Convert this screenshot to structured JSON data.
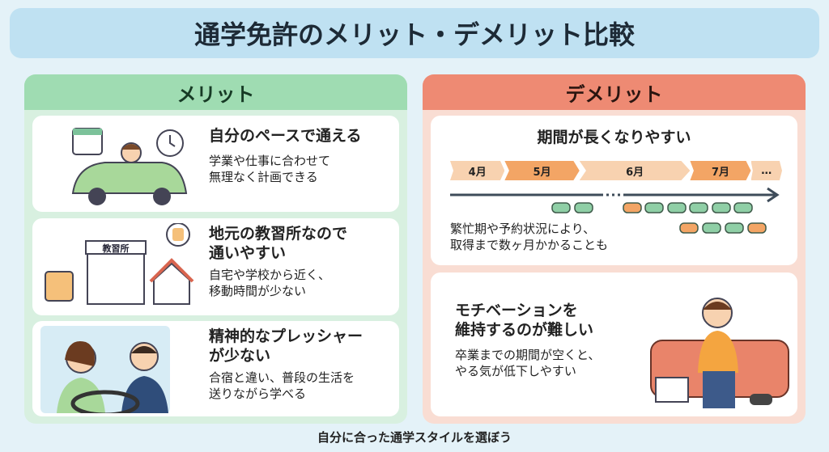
{
  "title": "通学免許のメリット・デメリット比較",
  "merit": {
    "header": "メリット",
    "items": [
      {
        "heading": "自分のペースで通える",
        "body": "学業や仕事に合わせて\n無理なく計画できる"
      },
      {
        "heading": "地元の教習所なので\n通いやすい",
        "body": "自宅や学校から近く、\n移動時間が少ない",
        "sign": "教習所"
      },
      {
        "heading": "精神的なプレッシャー\nが少ない",
        "body": "合宿と違い、普段の生活を\n送りながら学べる"
      }
    ]
  },
  "demerit": {
    "header": "デメリット",
    "items": [
      {
        "heading": "期間が長くなりやすい",
        "body": "繁忙期や予約状況により、\n取得まで数ヶ月かかることも",
        "months": [
          "4月",
          "5月",
          "6月",
          "7月",
          "…"
        ]
      },
      {
        "heading": "モチベーションを\n維持するのが難しい",
        "body": "卒業までの期間が空くと、\nやる気が低下しやすい"
      }
    ]
  },
  "footer": "自分に合った通学スタイルを選ぼう",
  "colors": {
    "merit": "#9fdcb2",
    "demerit": "#ee8a73",
    "title": "#bfe1f2"
  }
}
